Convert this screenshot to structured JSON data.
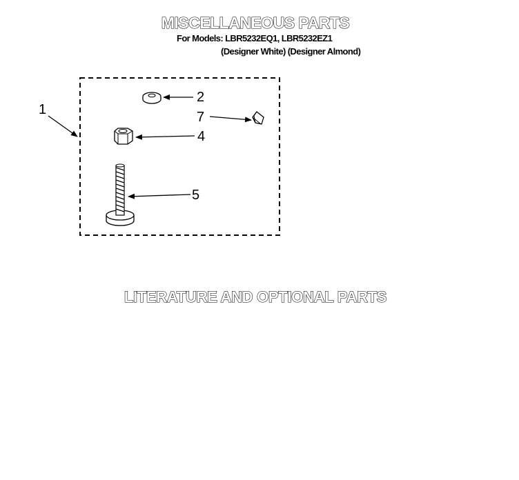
{
  "header": {
    "title": "MISCELLANEOUS PARTS",
    "models_line": "For Models: LBR5232EQ1, LBR5232EZ1",
    "colors_line": "(Designer White) (Designer Almond)"
  },
  "diagram": {
    "callouts": [
      {
        "id": "1",
        "label": "1",
        "part": "parts-group"
      },
      {
        "id": "2",
        "label": "2",
        "part": "washer"
      },
      {
        "id": "7",
        "label": "7",
        "part": "clip"
      },
      {
        "id": "4",
        "label": "4",
        "part": "hex-nut"
      },
      {
        "id": "5",
        "label": "5",
        "part": "leveling-bolt"
      }
    ]
  },
  "section": {
    "title": "LITERATURE AND OPTIONAL PARTS"
  }
}
